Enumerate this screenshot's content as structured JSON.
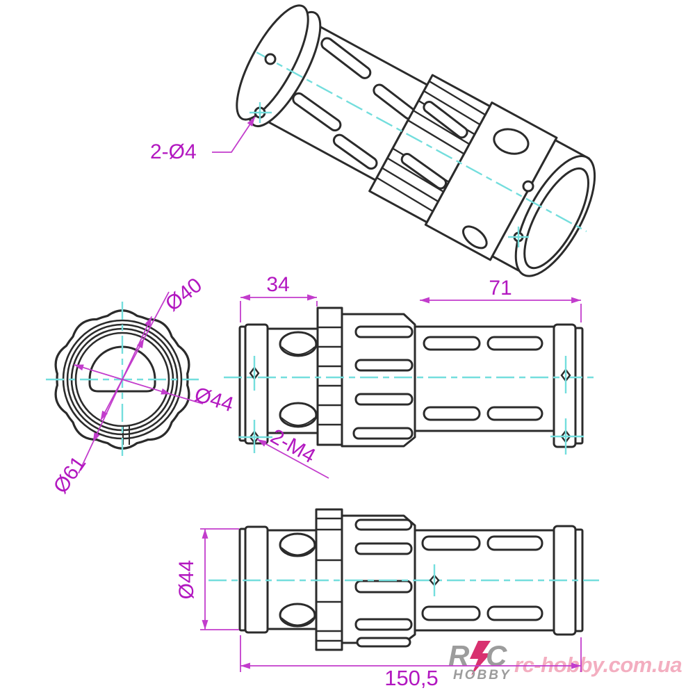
{
  "annotations": {
    "flange_holes": "2-Ø4",
    "mount_threads": "2-M4"
  },
  "front_view_dims": {
    "bore_diameter": "Ø40",
    "body_diameter": "Ø44",
    "outer_diameter": "Ø61"
  },
  "side_view_dims": {
    "front_section_length": "34",
    "rear_section_length": "71"
  },
  "bottom_view_dims": {
    "tube_diameter": "Ø44",
    "overall_length": "150,5"
  },
  "watermark": {
    "logo_r": "R",
    "logo_c": "C",
    "logo_word": "HOBBY",
    "site_url": "rc-hobby.com.ua"
  },
  "colors": {
    "outline": "#2b2b2b",
    "centerline": "#74dedd",
    "dimension_line": "#c23ccc",
    "dimension_text": "#b217c0",
    "logo_gray": "#9c9c9c",
    "logo_bolt": "#d8306f",
    "watermark_pink": "#f2a0b6",
    "background": "#ffffff"
  }
}
